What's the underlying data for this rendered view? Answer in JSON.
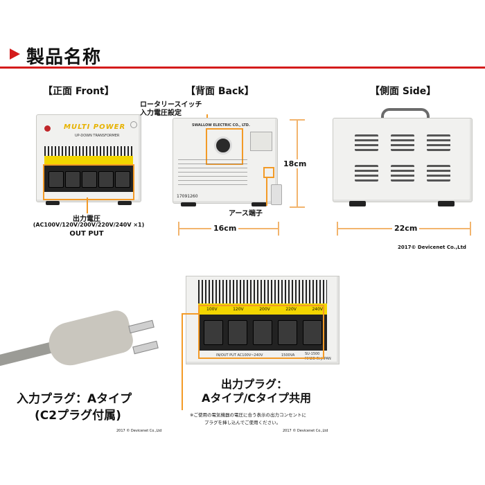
{
  "header": {
    "title": "製品名称"
  },
  "front": {
    "title": "【正面 Front】",
    "brand": "MULTI POWER",
    "sub": "UP-DOWN TRANSFORMER",
    "label_line1": "出力電圧",
    "label_line2": "(AC100V/120V/200V/220V/240V ×1)",
    "label_line3": "OUT PUT"
  },
  "back": {
    "title": "【背面 Back】",
    "rotary_line1": "ロータリースイッチ",
    "rotary_line2": "入力電圧設定",
    "brand": "SWALLOW ELECTRIC CO., LTD.",
    "serial": "17091260",
    "earth": "アース端子",
    "height": "18cm",
    "width": "16cm"
  },
  "side": {
    "title": "【側面 Side】",
    "width": "22cm",
    "copyright": "2017© Devicenet Co.,Ltd"
  },
  "closeup": {
    "voltages": [
      "100V",
      "120V",
      "200V",
      "220V",
      "240V"
    ],
    "bottom_left": "IN/OUT PUT  AC100V~240V",
    "va": "1500VA",
    "model": "SU-1500",
    "made": "MADE IN JAPAN",
    "out_line1": "出力プラグ：",
    "out_line2": "Aタイプ/Cタイプ共用",
    "note_line1": "※ご使用の電気機器の電圧に合う表示の出力コンセントに",
    "note_line2": "プラグを挿し込んでご使用ください。",
    "copyright": "2017 © Devicenet Co.,Ltd"
  },
  "plug": {
    "line1": "入力プラグ：Aタイプ",
    "line2": "(C2プラグ付属)",
    "copyright": "2017 © Devicenet Co.,Ltd"
  }
}
